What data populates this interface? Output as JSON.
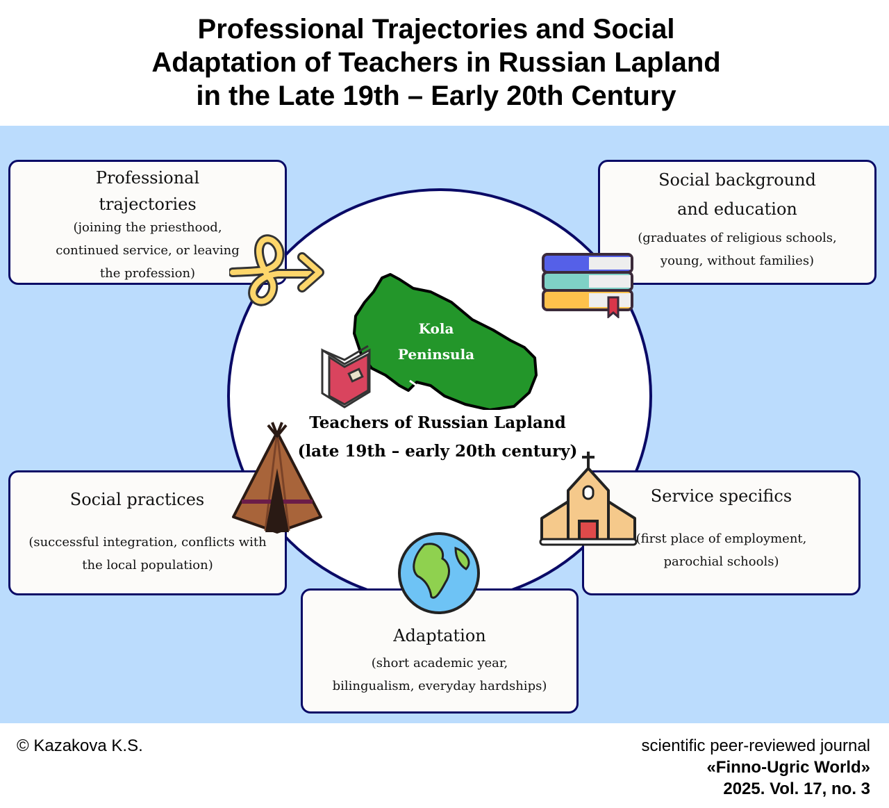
{
  "title": [
    "Professional Trajectories and Social",
    "Adaptation of Teachers in Russian Lapland",
    "in the Late 19th – Early 20th Century"
  ],
  "center": {
    "map_label_1": "Kola",
    "map_label_2": "Peninsula",
    "line1": "Teachers of Russian Lapland",
    "line2": "(late 19th – early 20th century)"
  },
  "boxes": {
    "professional": {
      "title1": "Professional",
      "title2": "trajectories",
      "sub1": "(joining the priesthood,",
      "sub2": "continued service, or leaving",
      "sub3": "the profession)"
    },
    "social_background": {
      "title1": "Social background",
      "title2": "and education",
      "sub1": "(graduates of religious schools,",
      "sub2": "young, without families)"
    },
    "social_practices": {
      "title": "Social practices",
      "sub1": "(successful integration, conflicts with",
      "sub2": "the local population)"
    },
    "service": {
      "title": "Service specifics",
      "sub1": "(first place of employment,",
      "sub2": "parochial schools)"
    },
    "adaptation": {
      "title": "Adaptation",
      "sub1": "(short academic year,",
      "sub2": "bilingualism, everyday hardships)"
    }
  },
  "footer": {
    "copyright": "© Kazakova K.S.",
    "journal1": "scientific peer-reviewed journal",
    "journal2": "«Finno-Ugric World»",
    "journal3": "2025. Vol. 17, no. 3"
  }
}
